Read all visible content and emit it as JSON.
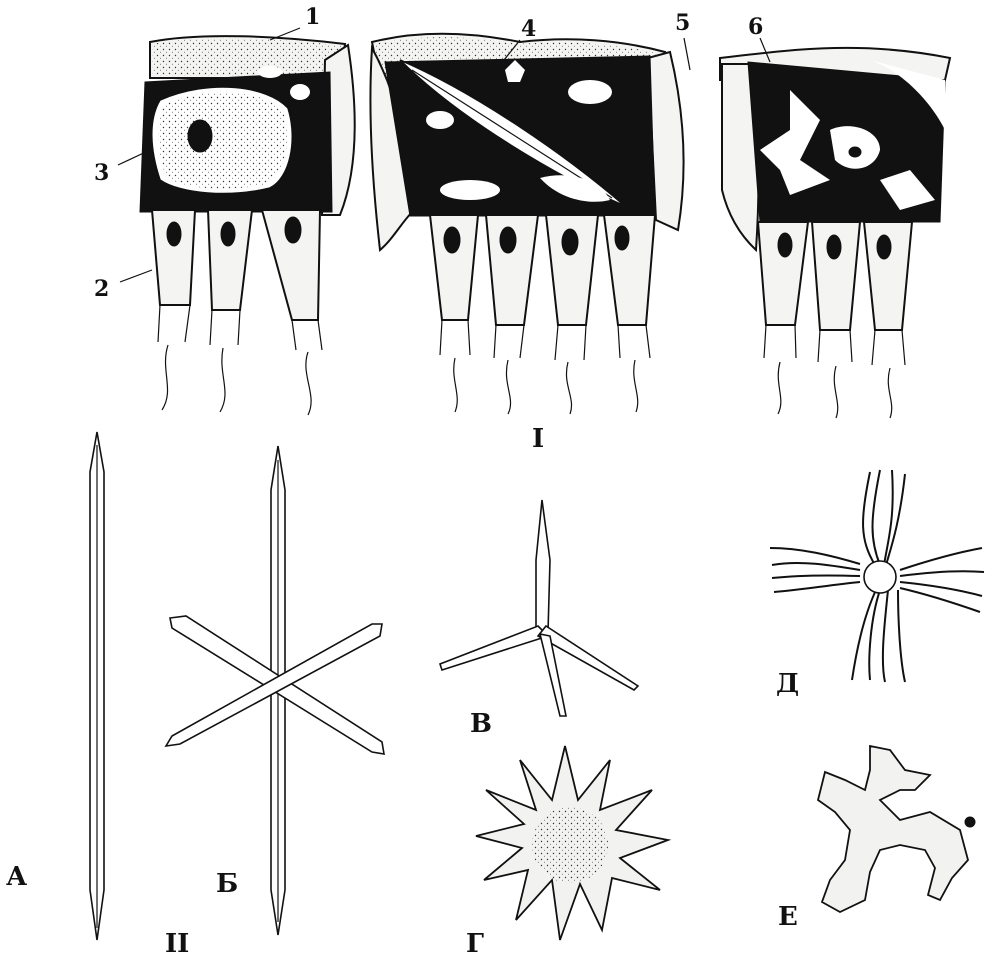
{
  "figure": {
    "section_labels": {
      "top": "I",
      "bottom": "II"
    },
    "part_numbers": [
      "1",
      "2",
      "3",
      "4",
      "5",
      "6"
    ],
    "spicule_labels": [
      "А",
      "Б",
      "В",
      "Г",
      "Д",
      "Е"
    ]
  }
}
